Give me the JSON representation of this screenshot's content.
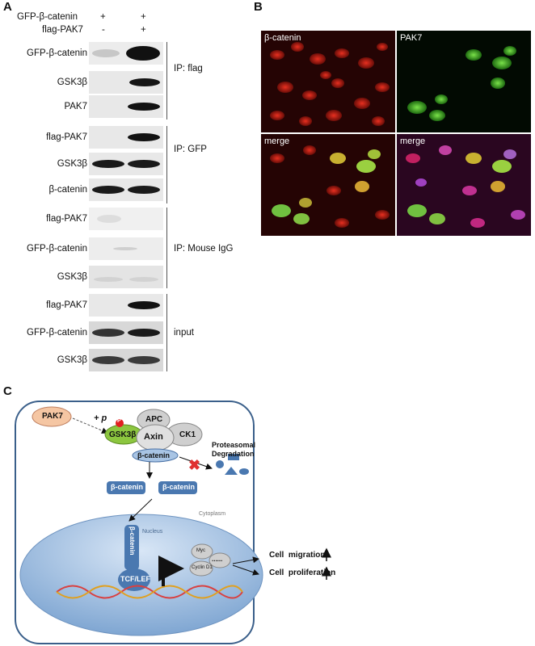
{
  "panel_a": {
    "letter": "A",
    "header_rows": [
      {
        "label": "GFP-β-catenin",
        "lane1": "+",
        "lane2": "+"
      },
      {
        "label": "flag-PAK7",
        "lane1": "-",
        "lane2": "+"
      }
    ],
    "groups": [
      {
        "ip_label": "IP: flag",
        "rows": [
          "GFP-β-catenin",
          "GSK3β",
          "PAK7"
        ]
      },
      {
        "ip_label": "IP: GFP",
        "rows": [
          "flag-PAK7",
          "GSK3β",
          "β-catenin"
        ]
      },
      {
        "ip_label": "IP: Mouse IgG",
        "rows": [
          "flag-PAK7",
          "GFP-β-catenin",
          "GSK3β"
        ]
      },
      {
        "ip_label": "input",
        "rows": [
          "flag-PAK7",
          "GFP-β-catenin",
          "GSK3β"
        ]
      }
    ]
  },
  "panel_b": {
    "letter": "B",
    "images": [
      {
        "label": "β-catenin"
      },
      {
        "label": "PAK7"
      },
      {
        "label": "merge"
      },
      {
        "label": "merge"
      }
    ]
  },
  "panel_c": {
    "letter": "C",
    "pak7": "PAK7",
    "plus_p": "+ p",
    "p_badge": "P",
    "gsk": "GSK3β",
    "apc": "APC",
    "axin": "Axin",
    "ck1": "CK1",
    "bcat_complex": "β-catenin",
    "proteasomal": "Proteasomal",
    "degradation": "Degradation",
    "bcat_free1": "β-catenin",
    "bcat_free2": "β-catenin",
    "cytoplasm": "Cytoplasm",
    "nucleus": "Nucleus",
    "bcat_nuclear": "β-catenin",
    "tcf": "TCF/LEF",
    "myc": "Myc",
    "cyclin": "Cyclin D1",
    "dots": "......",
    "migration": "Cell  migration",
    "proliferation": "Cell  proliferation"
  }
}
